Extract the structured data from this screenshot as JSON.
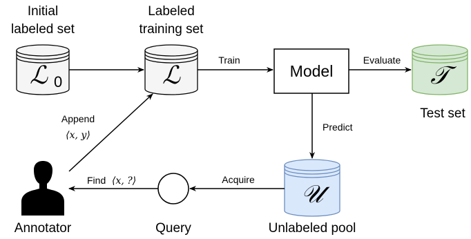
{
  "colors": {
    "stroke": "#000000",
    "cyl_gray_fill": "#f5f5f5",
    "cyl_green_fill": "#d5e8d4",
    "cyl_green_stroke": "#82b366",
    "cyl_blue_fill": "#dae8fc",
    "cyl_blue_stroke": "#6c8ebf"
  },
  "labels": {
    "initial_set": [
      "Initial",
      "labeled set"
    ],
    "training_set": [
      "Labeled",
      "training set"
    ],
    "test_set": "Test set",
    "annotator": "Annotator",
    "query": "Query",
    "unlabeled_pool": "Unlabeled pool",
    "model": "Model"
  },
  "edges": {
    "train": "Train",
    "evaluate": "Evaluate",
    "predict": "Predict",
    "acquire": "Acquire",
    "append": "Append",
    "append_math": "⟨x, y⟩",
    "find": "Find",
    "find_math": "⟨x, ?⟩"
  },
  "symbols": {
    "l0_main": "ℒ",
    "l0_sub": "0",
    "l": "ℒ",
    "t": "𝒯",
    "u": "𝒰"
  },
  "icons": {
    "annotator": "person-silhouette-icon",
    "query": "circle-icon"
  }
}
